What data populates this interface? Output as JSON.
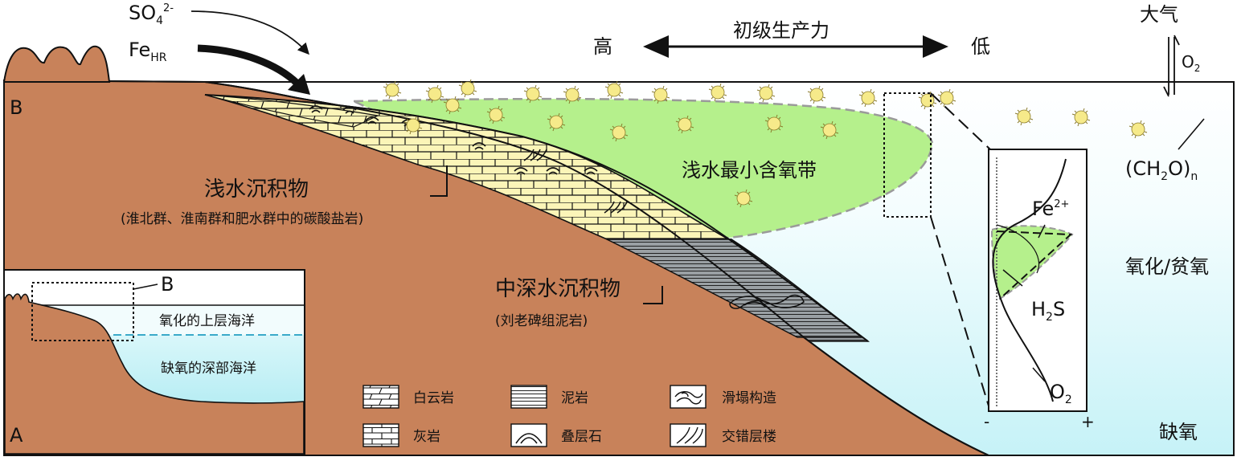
{
  "panel_b": {
    "label": "B",
    "inputs": {
      "sulfate": "SO",
      "sulfate_sub": "4",
      "sulfate_sup": "2-",
      "iron": "Fe",
      "iron_sub": "HR"
    },
    "productivity": {
      "title": "初级生产力",
      "high": "高",
      "low": "低"
    },
    "atmosphere": {
      "label": "大气",
      "o2": "O",
      "o2_sub": "2"
    },
    "organic": {
      "prefix": "(CH",
      "sub2": "2",
      "mid": "O)",
      "subn": "n"
    },
    "omz_label": "浅水最小含氧带",
    "shallow": {
      "title": "浅水沉积物",
      "note": "(淮北群、淮南群和肥水群中的碳酸盐岩)"
    },
    "mid_deep": {
      "title": "中深水沉积物",
      "note": "(刘老碑组泥岩)"
    },
    "zone_oxic": "氧化/贫氧",
    "zone_anoxic": "缺氧",
    "profile": {
      "fe": "Fe",
      "fe_sup": "2+",
      "h2s": "H",
      "h2s_sub": "2",
      "h2s_end": "S",
      "o2": "O",
      "o2_sub": "2",
      "minus": "-",
      "plus": "+"
    }
  },
  "panel_a": {
    "label": "A",
    "inset_ref": "B",
    "upper": "氧化的上层海洋",
    "deep": "缺氧的深部海洋"
  },
  "legend": [
    {
      "icon": "dolomite",
      "label": "白云岩"
    },
    {
      "icon": "limestone",
      "label": "灰岩"
    },
    {
      "icon": "mudstone",
      "label": "泥岩"
    },
    {
      "icon": "stromatolite",
      "label": "叠层石"
    },
    {
      "icon": "slump",
      "label": "滑塌构造"
    },
    {
      "icon": "cross-bedding",
      "label": "交错层楼"
    }
  ],
  "colors": {
    "land": "#c8825a",
    "omz": "#b5f08c",
    "carbonate": "#fbf5b8",
    "mud": "#9aa0a4",
    "ocean_top": "#ffffff",
    "ocean_bottom": "#c6f2f7",
    "particle": "#f6ea8a"
  }
}
